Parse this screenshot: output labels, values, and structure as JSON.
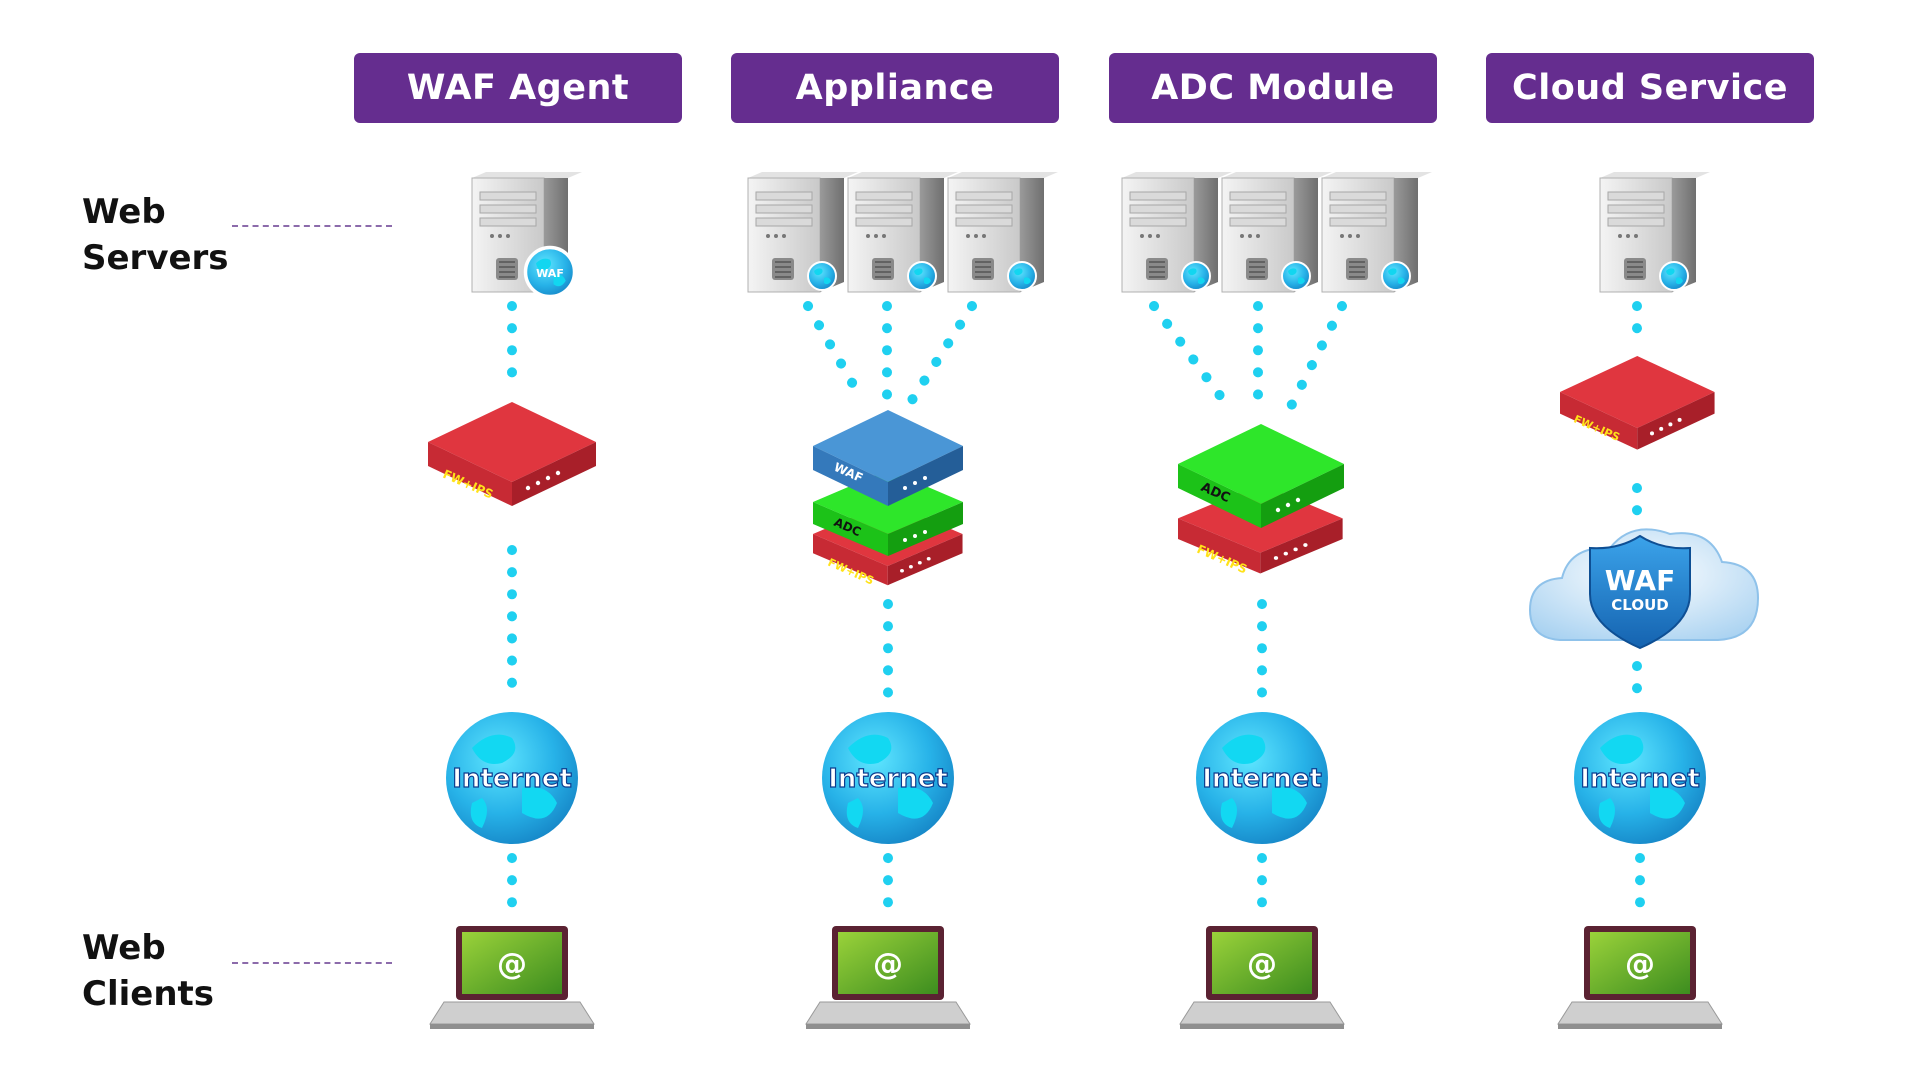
{
  "columns": [
    {
      "title": "WAF Agent"
    },
    {
      "title": "Appliance"
    },
    {
      "title": "ADC Module"
    },
    {
      "title": "Cloud Service"
    }
  ],
  "rows": {
    "servers": {
      "line1": "Web",
      "line2": "Servers"
    },
    "clients": {
      "line1": "Web",
      "line2": "Clients"
    }
  },
  "labels": {
    "waf_badge": "WAF",
    "waf": "WAF",
    "adc": "ADC",
    "fw_ips": "FW+IPS",
    "internet": "Internet",
    "email": "@",
    "waf_cloud_top": "WAF",
    "waf_cloud_bottom": "CLOUD"
  },
  "colors": {
    "header": "#652d8f",
    "connector": "#1fd0f0",
    "firewall": "#d9303a",
    "waf_box": "#3b86c9",
    "adc_box": "#22d11e",
    "globe": "#2ab3e6",
    "guide": "#8c6bab"
  }
}
